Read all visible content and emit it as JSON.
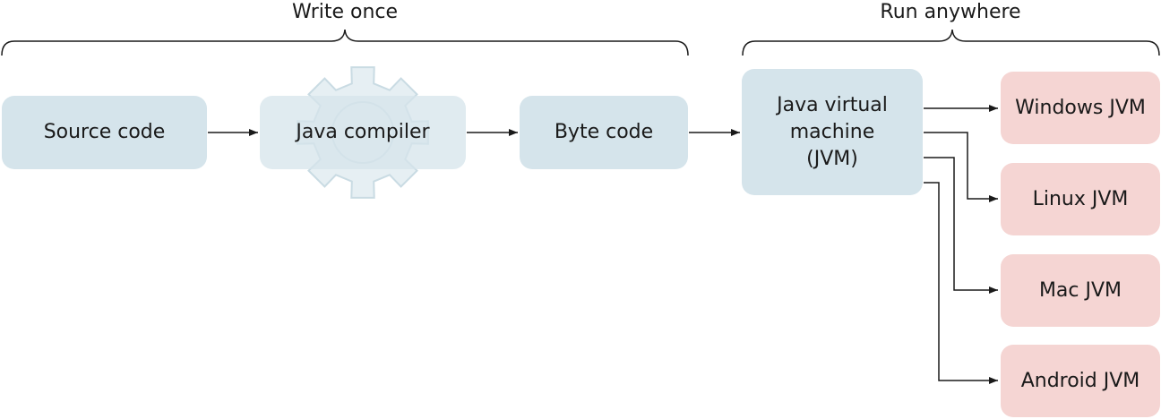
{
  "groups": {
    "write_once": "Write once",
    "run_anywhere": "Run anywhere"
  },
  "nodes": {
    "source_code": "Source code",
    "java_compiler": "Java compiler",
    "byte_code": "Byte code",
    "jvm": "Java virtual machine (JVM)",
    "jvm_lines": [
      "Java virtual",
      "machine",
      "(JVM)"
    ],
    "windows_jvm": "Windows JVM",
    "linux_jvm": "Linux JVM",
    "mac_jvm": "Mac JVM",
    "android_jvm": "Android JVM"
  },
  "icons": {
    "compiler": "gear-icon"
  },
  "colors": {
    "stage_fill": "#d5e4eb",
    "platform_fill": "#f5d5d3",
    "gear_fill": "#e6eff3",
    "line": "#1a1a1a"
  }
}
